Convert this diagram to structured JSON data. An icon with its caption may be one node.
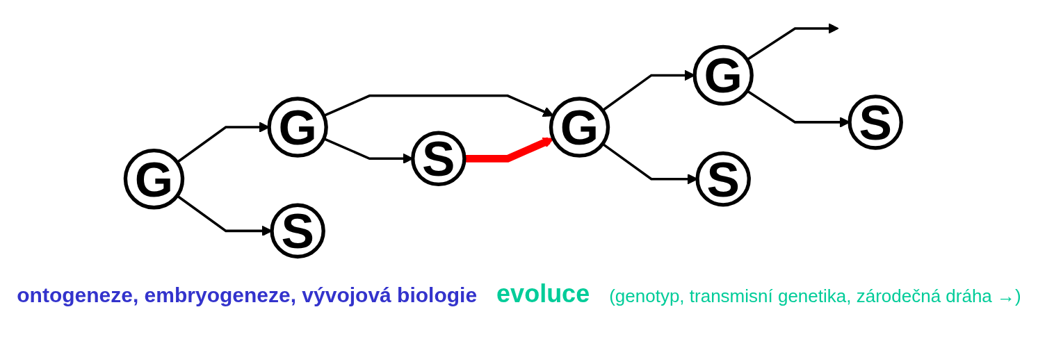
{
  "diagram": {
    "nodes": [
      {
        "text": [
          "G"
        ]
      },
      {
        "text": [
          "G"
        ]
      },
      {
        "text": [
          "G"
        ]
      },
      {
        "text": [
          "G"
        ]
      },
      {
        "text": [
          "S"
        ]
      },
      {
        "text": [
          "S"
        ]
      },
      {
        "text": [
          "S"
        ]
      },
      {
        "text": [
          "S"
        ]
      }
    ],
    "edges": [
      {
        "from": 0,
        "to": 1,
        "arrow": "to"
      },
      {
        "from": 1,
        "to": 2,
        "arrow": "to"
      },
      {
        "from": 2,
        "to": 3,
        "arrow": "to"
      },
      {
        "from": 3,
        "to": null,
        "arrow": "to"
      },
      {
        "from": 0,
        "to": 4,
        "arrow": "to"
      },
      {
        "from": 1,
        "to": 5,
        "arrow": "to"
      },
      {
        "from": 2,
        "to": 6,
        "arrow": "to"
      },
      {
        "from": 3,
        "to": 7,
        "arrow": "to"
      },
      {
        "from": 5,
        "to": 2,
        "arrow": "to",
        "style": "thick",
        "color": "#ff0000"
      }
    ],
    "labels": [
      "ontogeneze, embryogeneze, vývojová biologie",
      "evoluce",
      "(genotyp, transmisní genetika, zárodečná dráha →)"
    ]
  }
}
